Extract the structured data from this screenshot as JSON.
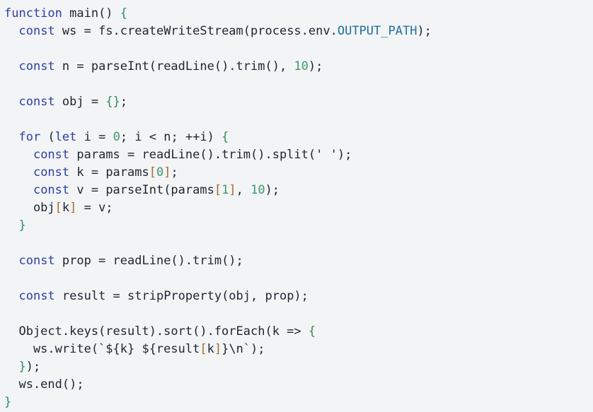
{
  "code": {
    "lines": [
      [
        {
          "t": "function",
          "k": "kw"
        },
        {
          "t": " main() ",
          "k": "fn"
        },
        {
          "t": "{",
          "k": "br"
        }
      ],
      [
        {
          "t": "  ",
          "k": "fn"
        },
        {
          "t": "const",
          "k": "kw"
        },
        {
          "t": " ws = fs.createWriteStream(process.env.",
          "k": "fn"
        },
        {
          "t": "OUTPUT_PATH",
          "k": "prop"
        },
        {
          "t": ");",
          "k": "fn"
        }
      ],
      [],
      [
        {
          "t": "  ",
          "k": "fn"
        },
        {
          "t": "const",
          "k": "kw"
        },
        {
          "t": " n = parseInt(readLine().trim(), ",
          "k": "fn"
        },
        {
          "t": "10",
          "k": "num"
        },
        {
          "t": ");",
          "k": "fn"
        }
      ],
      [],
      [
        {
          "t": "  ",
          "k": "fn"
        },
        {
          "t": "const",
          "k": "kw"
        },
        {
          "t": " obj = ",
          "k": "fn"
        },
        {
          "t": "{}",
          "k": "br"
        },
        {
          "t": ";",
          "k": "fn"
        }
      ],
      [],
      [
        {
          "t": "  ",
          "k": "fn"
        },
        {
          "t": "for",
          "k": "kw"
        },
        {
          "t": " (",
          "k": "fn"
        },
        {
          "t": "let",
          "k": "kw"
        },
        {
          "t": " i = ",
          "k": "fn"
        },
        {
          "t": "0",
          "k": "num"
        },
        {
          "t": "; i < n; ++i) ",
          "k": "fn"
        },
        {
          "t": "{",
          "k": "br"
        }
      ],
      [
        {
          "t": "    ",
          "k": "fn"
        },
        {
          "t": "const",
          "k": "kw"
        },
        {
          "t": " params = readLine().trim().split(' ');",
          "k": "fn"
        }
      ],
      [
        {
          "t": "    ",
          "k": "fn"
        },
        {
          "t": "const",
          "k": "kw"
        },
        {
          "t": " k = params",
          "k": "fn"
        },
        {
          "t": "[",
          "k": "idx"
        },
        {
          "t": "0",
          "k": "num"
        },
        {
          "t": "]",
          "k": "idx"
        },
        {
          "t": ";",
          "k": "fn"
        }
      ],
      [
        {
          "t": "    ",
          "k": "fn"
        },
        {
          "t": "const",
          "k": "kw"
        },
        {
          "t": " v = parseInt(params",
          "k": "fn"
        },
        {
          "t": "[",
          "k": "idx"
        },
        {
          "t": "1",
          "k": "num"
        },
        {
          "t": "]",
          "k": "idx"
        },
        {
          "t": ", ",
          "k": "fn"
        },
        {
          "t": "10",
          "k": "num"
        },
        {
          "t": ");",
          "k": "fn"
        }
      ],
      [
        {
          "t": "    obj",
          "k": "fn"
        },
        {
          "t": "[",
          "k": "idx"
        },
        {
          "t": "k",
          "k": "fn"
        },
        {
          "t": "]",
          "k": "idx"
        },
        {
          "t": " = v;",
          "k": "fn"
        }
      ],
      [
        {
          "t": "  ",
          "k": "fn"
        },
        {
          "t": "}",
          "k": "br"
        }
      ],
      [],
      [
        {
          "t": "  ",
          "k": "fn"
        },
        {
          "t": "const",
          "k": "kw"
        },
        {
          "t": " prop = readLine().trim();",
          "k": "fn"
        }
      ],
      [],
      [
        {
          "t": "  ",
          "k": "fn"
        },
        {
          "t": "const",
          "k": "kw"
        },
        {
          "t": " result = stripProperty(obj, prop);",
          "k": "fn"
        }
      ],
      [],
      [
        {
          "t": "  Object.keys(result).sort().forEach(k => ",
          "k": "fn"
        },
        {
          "t": "{",
          "k": "br"
        }
      ],
      [
        {
          "t": "    ws.write(`${k} ${result",
          "k": "fn"
        },
        {
          "t": "[",
          "k": "idx"
        },
        {
          "t": "k",
          "k": "fn"
        },
        {
          "t": "]",
          "k": "idx"
        },
        {
          "t": "}\\n`);",
          "k": "fn"
        }
      ],
      [
        {
          "t": "  ",
          "k": "fn"
        },
        {
          "t": "}",
          "k": "br"
        },
        {
          "t": ");",
          "k": "fn"
        }
      ],
      [
        {
          "t": "  ws.end();",
          "k": "fn"
        }
      ],
      [
        {
          "t": "}",
          "k": "br"
        }
      ]
    ]
  },
  "colors": {
    "background": "#f3f4f6",
    "keyword": "#2b3fa5",
    "brace": "#2e8b57",
    "number": "#3b9b6a",
    "bracket": "#a66a2a",
    "text": "#1f2430"
  }
}
